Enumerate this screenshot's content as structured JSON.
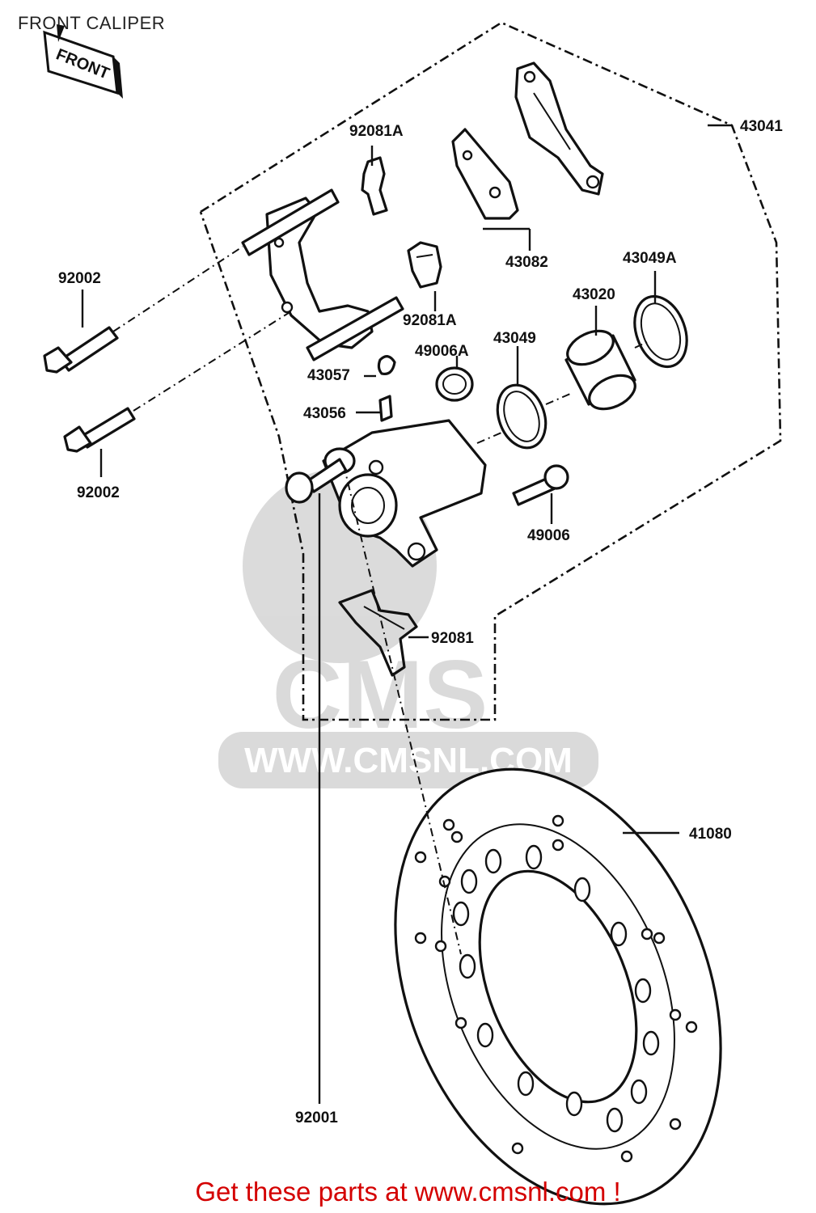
{
  "page_title": "FRONT CALIPER",
  "front_tag": "FRONT",
  "watermark": {
    "brand": "CMS",
    "url": "WWW.CMSNL.COM"
  },
  "footer": {
    "text": "Get these parts at www.cmsnl.com !",
    "color": "#d40000"
  },
  "labels": {
    "p43041": "43041",
    "p92081a_top": "92081A",
    "p43082": "43082",
    "p43049a": "43049A",
    "p92002_top": "92002",
    "p92081a_mid": "92081A",
    "p43020": "43020",
    "p49006a": "49006A",
    "p43049": "43049",
    "p43057": "43057",
    "p43056": "43056",
    "p92002_bot": "92002",
    "p49006": "49006",
    "p92081": "92081",
    "p41080": "41080",
    "p92001": "92001"
  }
}
